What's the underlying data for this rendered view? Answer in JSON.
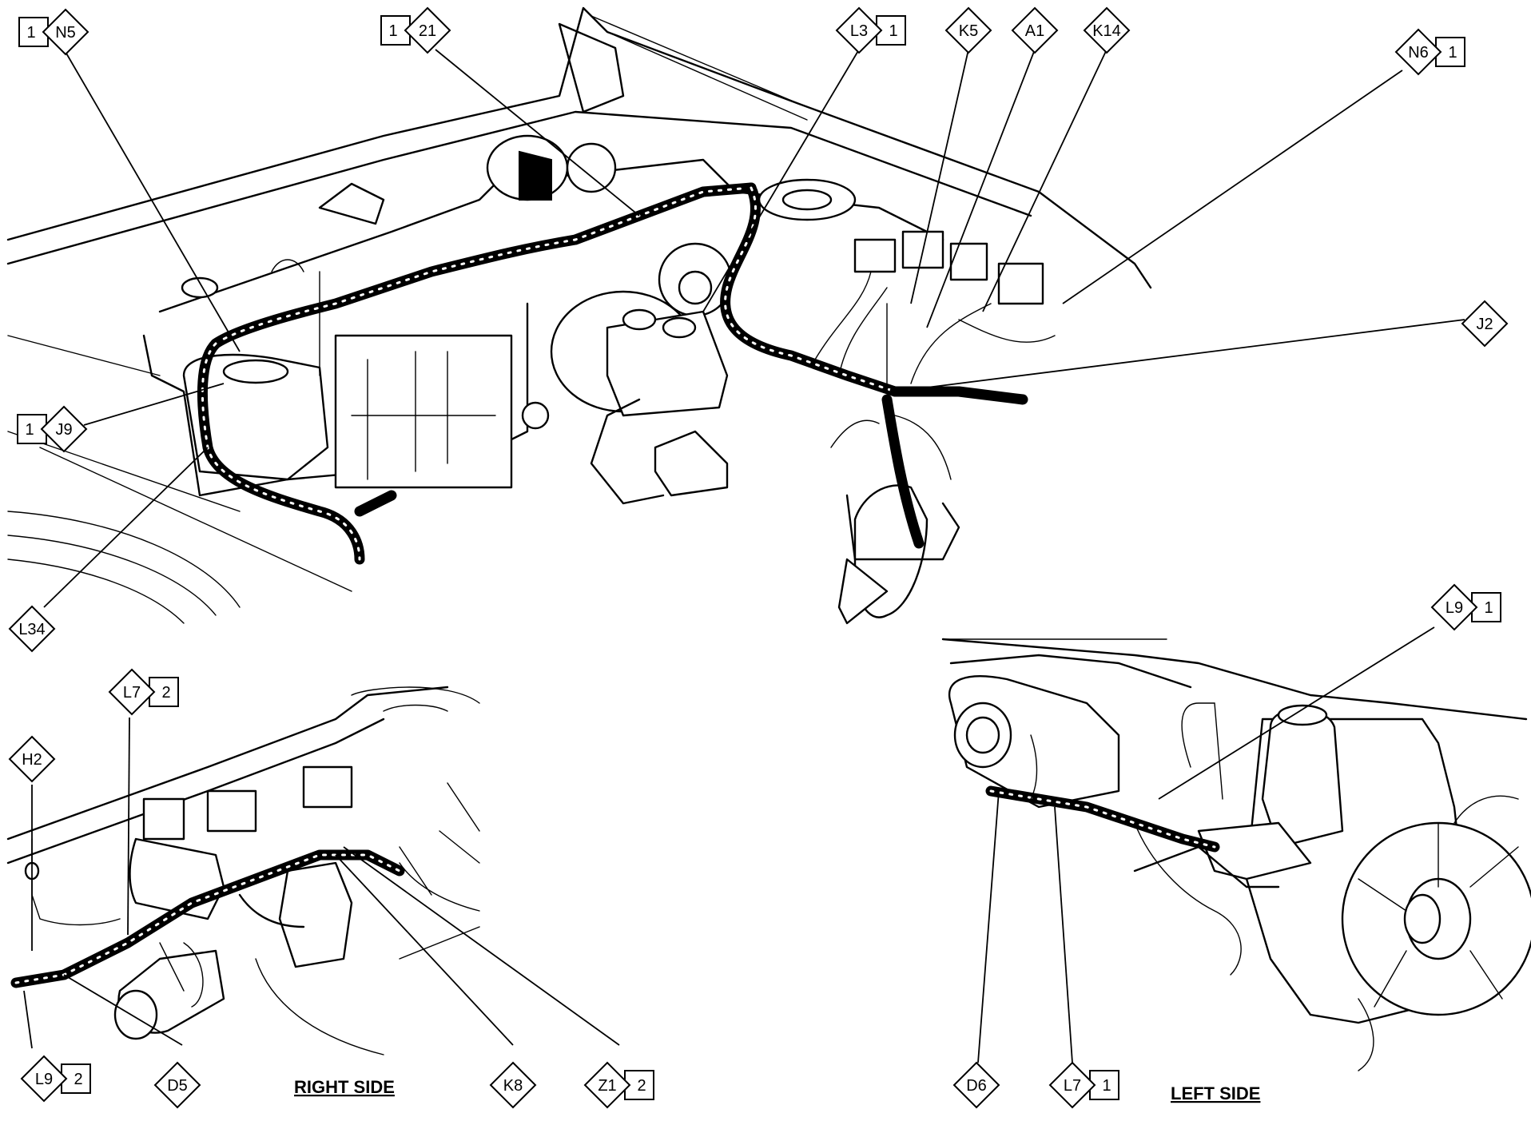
{
  "sections": {
    "right_side": "RIGHT SIDE",
    "left_side": "LEFT SIDE"
  },
  "callouts": [
    {
      "id": "N5",
      "label": "N5",
      "number": "1"
    },
    {
      "id": "121",
      "label": "21",
      "number": "1"
    },
    {
      "id": "L3",
      "label": "L3",
      "number": "1"
    },
    {
      "id": "K5",
      "label": "K5",
      "number": ""
    },
    {
      "id": "A1",
      "label": "A1",
      "number": ""
    },
    {
      "id": "K14",
      "label": "K14",
      "number": ""
    },
    {
      "id": "N6",
      "label": "N6",
      "number": "1"
    },
    {
      "id": "J2",
      "label": "J2",
      "number": ""
    },
    {
      "id": "J9",
      "label": "J9",
      "number": "1"
    },
    {
      "id": "L34",
      "label": "L34",
      "number": ""
    },
    {
      "id": "L9a",
      "label": "L9",
      "number": "1"
    },
    {
      "id": "L72",
      "label": "L7",
      "number": "2"
    },
    {
      "id": "H2",
      "label": "H2",
      "number": ""
    },
    {
      "id": "L92",
      "label": "L9",
      "number": "2"
    },
    {
      "id": "D5",
      "label": "D5",
      "number": ""
    },
    {
      "id": "K8",
      "label": "K8",
      "number": ""
    },
    {
      "id": "Z1",
      "label": "Z1",
      "number": "2"
    },
    {
      "id": "D6",
      "label": "D6",
      "number": ""
    },
    {
      "id": "L71",
      "label": "L7",
      "number": "1"
    }
  ]
}
